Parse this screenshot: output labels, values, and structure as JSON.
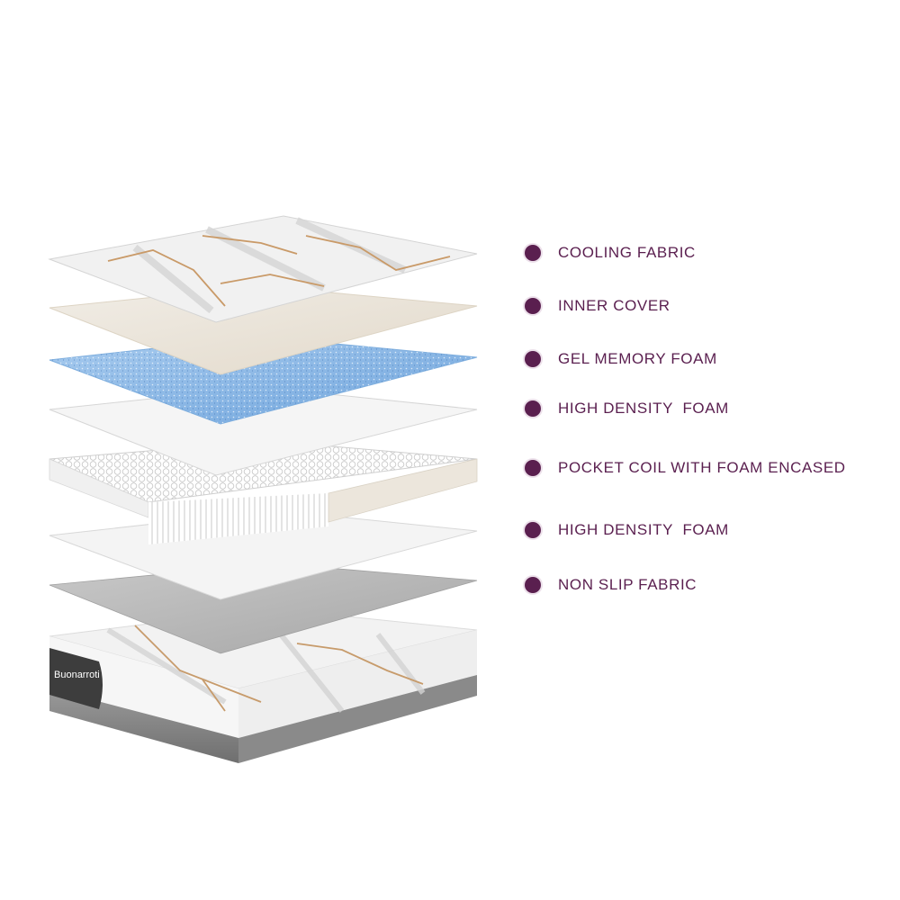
{
  "brand": "Buonarroti",
  "legend": {
    "dot_color": "#5a1f4f",
    "text_color": "#5a1f4f",
    "items": [
      {
        "label": "COOLING FABRIC"
      },
      {
        "label": "INNER COVER"
      },
      {
        "label": "GEL MEMORY FOAM"
      },
      {
        "label": "HIGH DENSITY  FOAM"
      },
      {
        "label": "POCKET COIL WITH FOAM ENCASED"
      },
      {
        "label": "HIGH DENSITY  FOAM"
      },
      {
        "label": "NON SLIP FABRIC"
      }
    ]
  },
  "layers": [
    {
      "name": "cooling-fabric",
      "color": "#eeeeee"
    },
    {
      "name": "inner-cover",
      "color": "#ede7dc"
    },
    {
      "name": "gel-memory-foam",
      "color": "#8db9e6"
    },
    {
      "name": "high-density-foam-top",
      "color": "#f3f3f3"
    },
    {
      "name": "pocket-coil",
      "color": "#f5f5f5"
    },
    {
      "name": "high-density-foam-bottom",
      "color": "#f3f3f3"
    },
    {
      "name": "non-slip-fabric",
      "color": "#b9b9b9"
    }
  ]
}
